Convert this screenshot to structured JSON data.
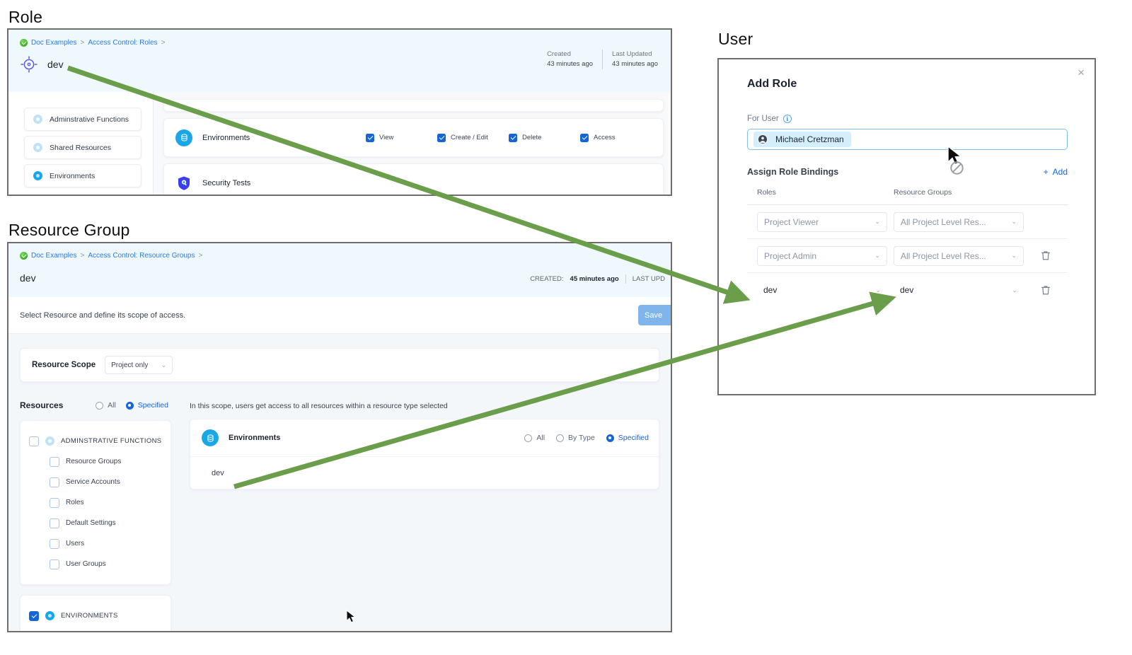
{
  "captions": {
    "role": "Role",
    "resource_group": "Resource Group",
    "user": "User"
  },
  "role_panel": {
    "breadcrumb": {
      "root": "Doc Examples",
      "sep1": ">",
      "section": "Access Control: Roles",
      "sep2": ">"
    },
    "title": "dev",
    "meta": {
      "created_label": "Created",
      "created_value": "43 minutes ago",
      "updated_label": "Last Updated",
      "updated_value": "43 minutes ago"
    },
    "sidebar": [
      {
        "label": "Adminstrative Functions",
        "active": false
      },
      {
        "label": "Shared Resources",
        "active": false
      },
      {
        "label": "Environments",
        "active": true
      }
    ],
    "permissions": [
      {
        "name": "Environments",
        "icon": "environments-icon",
        "checks": [
          {
            "label": "View",
            "checked": true
          },
          {
            "label": "Create / Edit",
            "checked": true
          },
          {
            "label": "Delete",
            "checked": true
          },
          {
            "label": "Access",
            "checked": true
          }
        ]
      },
      {
        "name": "Security Tests",
        "icon": "security-shield-icon",
        "checks": []
      }
    ]
  },
  "rg_panel": {
    "breadcrumb": {
      "root": "Doc Examples",
      "sep1": ">",
      "section": "Access Control: Resource Groups",
      "sep2": ">"
    },
    "title": "dev",
    "meta": {
      "created_label": "CREATED:",
      "created_value": "45 minutes ago",
      "updated_label": "LAST UPD"
    },
    "subtext": "Select Resource and define its scope of access.",
    "save_label": "Save",
    "scope": {
      "label": "Resource Scope",
      "value": "Project only"
    },
    "resources": {
      "title": "Resources",
      "options": [
        {
          "label": "All",
          "selected": false
        },
        {
          "label": "Specified",
          "selected": true
        }
      ],
      "groups": [
        {
          "label": "ADMINSTRATIVE FUNCTIONS",
          "checked": false,
          "children": [
            {
              "label": "Resource Groups",
              "checked": false
            },
            {
              "label": "Service Accounts",
              "checked": false
            },
            {
              "label": "Roles",
              "checked": false
            },
            {
              "label": "Default Settings",
              "checked": false
            },
            {
              "label": "Users",
              "checked": false
            },
            {
              "label": "User Groups",
              "checked": false
            }
          ]
        },
        {
          "label": "ENVIRONMENTS",
          "checked": true,
          "children": []
        }
      ]
    },
    "scope_note": "In this scope, users get access to all resources within a resource type selected",
    "env_card": {
      "name": "Environments",
      "options": [
        {
          "label": "All",
          "selected": false
        },
        {
          "label": "By Type",
          "selected": false
        },
        {
          "label": "Specified",
          "selected": true
        }
      ],
      "items": [
        "dev"
      ]
    }
  },
  "dialog": {
    "close_icon": "×",
    "title": "Add Role",
    "for_user_label": "For User",
    "user_chip": "Michael Cretzman",
    "bindings_title": "Assign Role Bindings",
    "add_label": "Add",
    "columns": {
      "roles": "Roles",
      "resource_groups": "Resource Groups"
    },
    "rows": [
      {
        "role": "Project Viewer",
        "resource_group": "All Project Level Res...",
        "muted": true,
        "deletable": false
      },
      {
        "role": "Project Admin",
        "resource_group": "All Project Level Res...",
        "muted": true,
        "deletable": true
      },
      {
        "role": "dev",
        "resource_group": "dev",
        "muted": false,
        "deletable": true
      }
    ]
  },
  "colors": {
    "accent_blue": "#1565d8",
    "link_blue": "#2c7be5",
    "header_bg": "#eff8fc",
    "arrow_green": "#6a9e4a",
    "env_icon": "#1aa7e8"
  }
}
